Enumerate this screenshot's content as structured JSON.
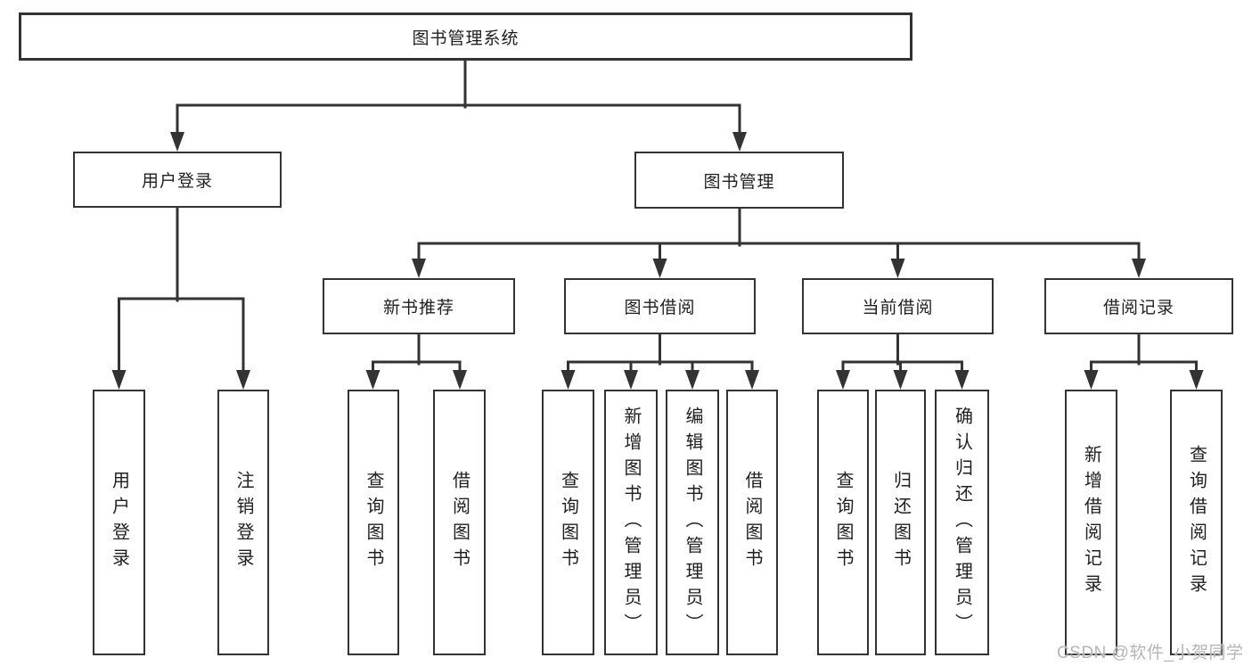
{
  "colors": {
    "line": "#333333",
    "text": "#1f1f1f",
    "bg": "#ffffff",
    "watermark": "#b5b5b5"
  },
  "nodes": {
    "root": {
      "label": "图书管理系统"
    },
    "user_login": {
      "label": "用户登录",
      "children": [
        {
          "label": "用户登录"
        },
        {
          "label": "注销登录"
        }
      ]
    },
    "book_mgmt": {
      "label": "图书管理"
    },
    "new_book_rec": {
      "label": "新书推荐",
      "children": [
        {
          "label": "查询图书"
        },
        {
          "label": "借阅图书"
        }
      ]
    },
    "book_borrow": {
      "label": "图书借阅",
      "children": [
        {
          "label": "查询图书"
        },
        {
          "label": "新增图书（管理员）"
        },
        {
          "label": "编辑图书（管理员）"
        },
        {
          "label": "借阅图书"
        }
      ]
    },
    "current_borrow": {
      "label": "当前借阅",
      "children": [
        {
          "label": "查询图书"
        },
        {
          "label": "归还图书"
        },
        {
          "label": "确认归还（管理员）"
        }
      ]
    },
    "borrow_records": {
      "label": "借阅记录",
      "children": [
        {
          "label": "新增借阅记录"
        },
        {
          "label": "查询借阅记录"
        }
      ]
    }
  },
  "watermark": "CSDN @软件_小贺同学"
}
